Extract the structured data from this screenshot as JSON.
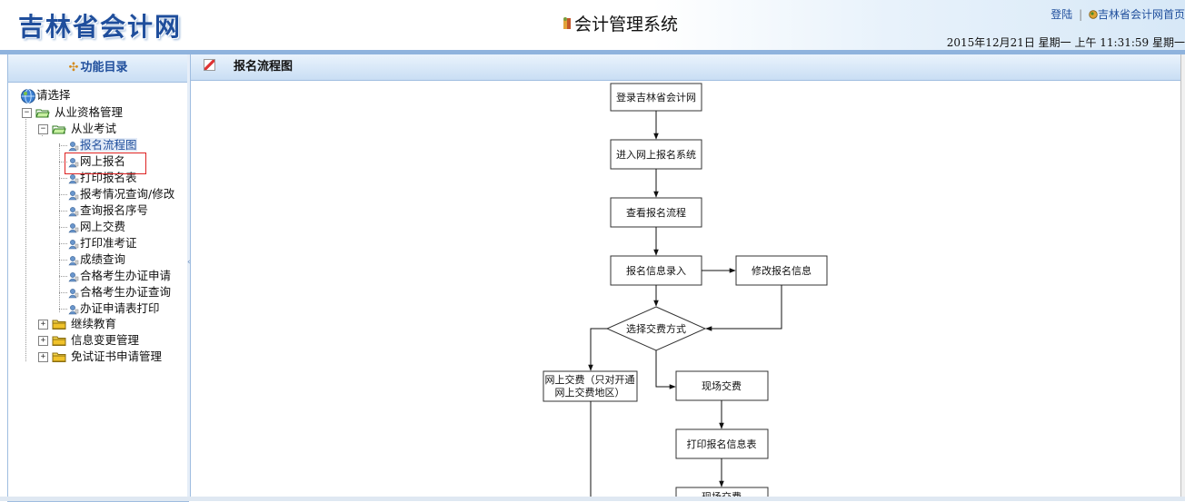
{
  "header": {
    "logo": "吉林省会计网",
    "system_title": "会计管理系统",
    "login_link": "登陆",
    "home_link": "吉林省会计网首页",
    "datetime": "2015年12月21日  星期一  上午  11:31:59   星期一"
  },
  "sidebar": {
    "title": "功能目录",
    "root": "请选择",
    "group1": "从业资格管理",
    "subgroup1": "从业考试",
    "items": [
      "报名流程图",
      "网上报名",
      "打印报名表",
      "报考情况查询/修改",
      "查询报名序号",
      "网上交费",
      "打印准考证",
      "成绩查询",
      "合格考生办证申请",
      "合格考生办证查询",
      "办证申请表打印"
    ],
    "groups": [
      "继续教育",
      "信息变更管理",
      "免试证书申请管理"
    ]
  },
  "content": {
    "title": "报名流程图",
    "flowchart": {
      "steps": {
        "login": "登录吉林省会计网",
        "enter": "进入网上报名系统",
        "view": "查看报名流程",
        "input": "报名信息录入",
        "modify": "修改报名信息",
        "choose": "选择交费方式",
        "online_pay_line1": "网上交费（只对开通",
        "online_pay_line2": "网上交费地区）",
        "onsite_pay": "现场交费",
        "print_info": "打印报名信息表",
        "onsite_pay_partial": "现场交费"
      }
    }
  },
  "colors": {
    "brand_blue": "#1f4e9c",
    "header_band": "#8fb3dd",
    "selection_box": "#dd2222"
  }
}
